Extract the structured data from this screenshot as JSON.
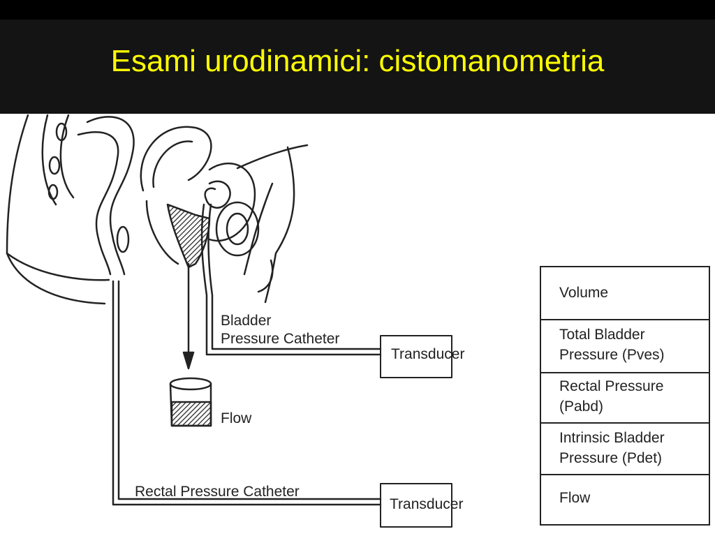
{
  "slide": {
    "title": "Esami urodinamici: cistomanometria",
    "title_color": "#ffff00",
    "background": "#000000"
  },
  "diagram": {
    "labels": {
      "bladder_catheter": "Bladder\nPressure Catheter",
      "rectal_catheter": "Rectal Pressure Catheter",
      "transducer_top": "Transducer",
      "transducer_bottom": "Transducer",
      "flow": "Flow"
    },
    "channels": [
      "Volume",
      "Total Bladder\nPressure (Pves)",
      "Rectal Pressure\n(Pabd)",
      "Intrinsic Bladder\nPressure (Pdet)",
      "Flow"
    ]
  }
}
